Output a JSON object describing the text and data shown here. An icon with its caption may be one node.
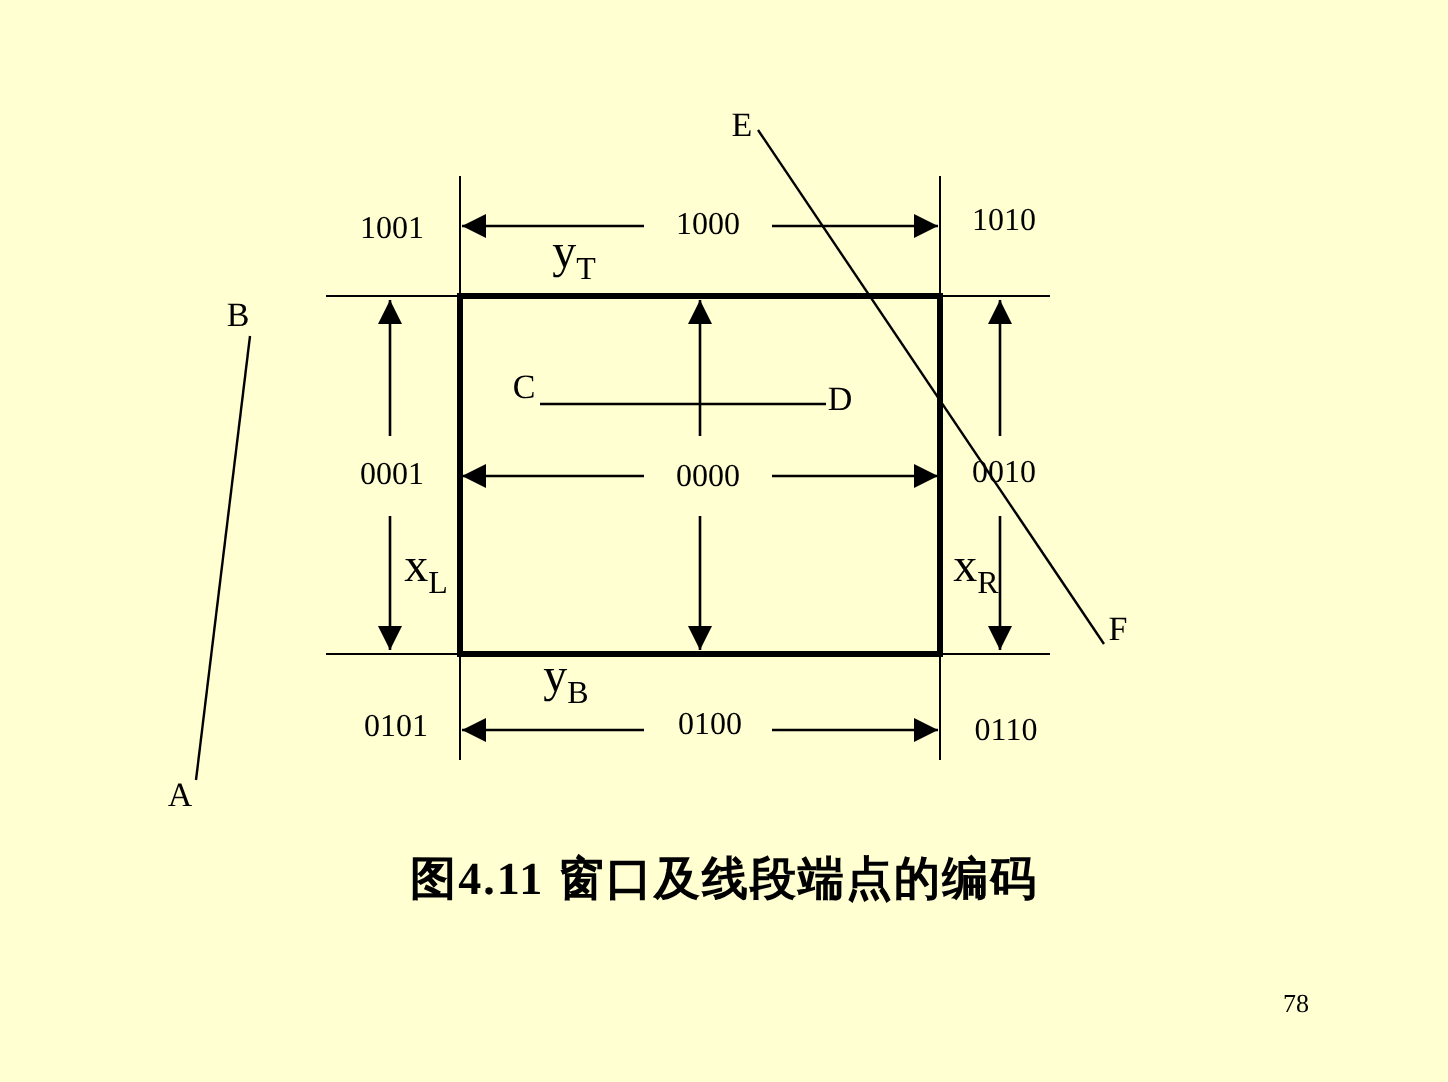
{
  "diagram": {
    "caption": "图4.11 窗口及线段端点的编码",
    "nodes": [
      {
        "text": [
          "E"
        ]
      },
      {
        "text": [
          "B"
        ]
      },
      {
        "text": [
          "C"
        ]
      },
      {
        "text": [
          "D"
        ]
      },
      {
        "text": [
          "F"
        ]
      },
      {
        "text": [
          "A"
        ]
      }
    ],
    "edges": [
      {
        "from": 5,
        "to": 1,
        "arrow": "none"
      },
      {
        "from": 2,
        "to": 3,
        "arrow": "none"
      },
      {
        "from": 0,
        "to": 4,
        "arrow": "none"
      }
    ],
    "labels": [
      "1001",
      "1000",
      "1010",
      "y$_{T}$",
      "0001",
      "0000",
      "0010",
      "x$_{L}$",
      "x$_{R}$",
      "y$_{B}$",
      "0101",
      "0100",
      "0110",
      "78"
    ]
  }
}
